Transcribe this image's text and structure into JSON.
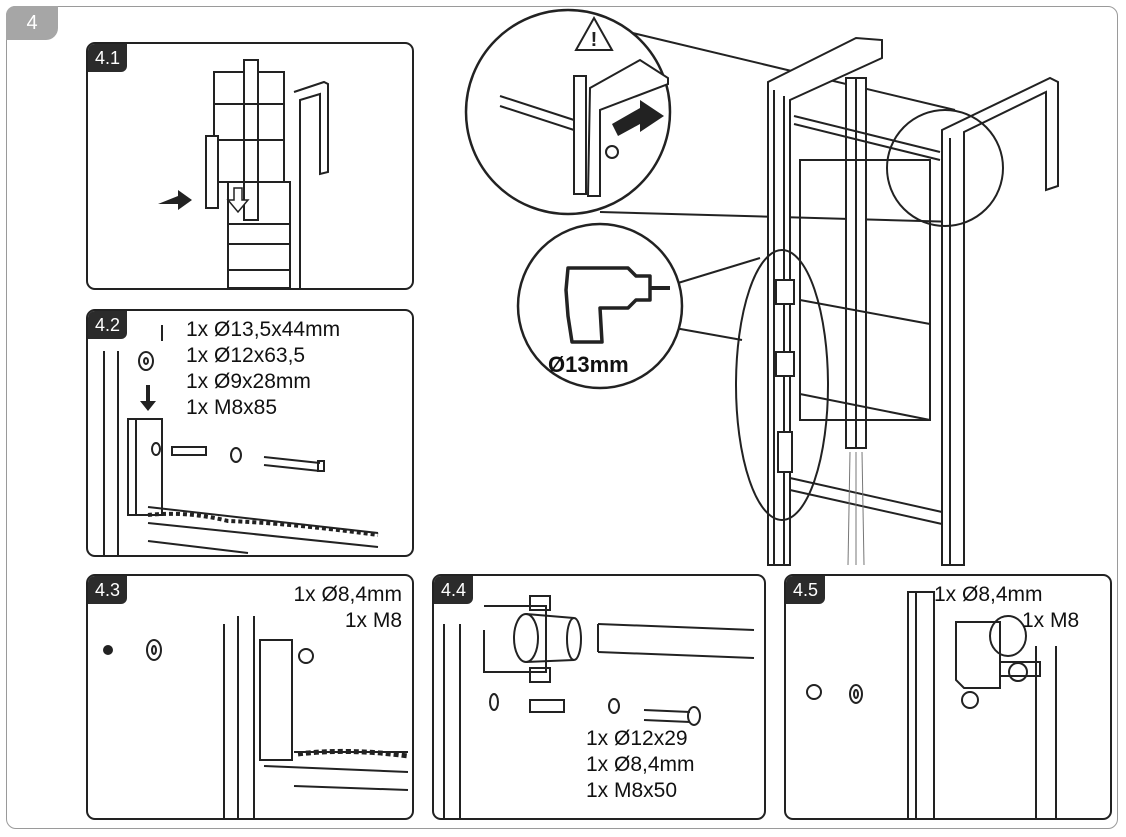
{
  "step": {
    "number": "4"
  },
  "panels": {
    "p41": {
      "label": "4.1"
    },
    "p42": {
      "label": "4.2",
      "parts": [
        "1x Ø13,5x44mm",
        "1x Ø12x63,5",
        "1x Ø9x28mm",
        "1x M8x85"
      ]
    },
    "p43": {
      "label": "4.3",
      "parts": [
        "1x Ø8,4mm",
        "1x M8"
      ]
    },
    "p44": {
      "label": "4.4",
      "parts": [
        "1x Ø12x29",
        "1x Ø8,4mm",
        "1x M8x50"
      ]
    },
    "p45": {
      "label": "4.5",
      "parts": [
        "1x Ø8,4mm",
        "1x M8"
      ]
    }
  },
  "main": {
    "drill_size": "Ø13mm",
    "warning_icon": "warning-triangle-icon",
    "drill_icon": "drill-icon"
  }
}
